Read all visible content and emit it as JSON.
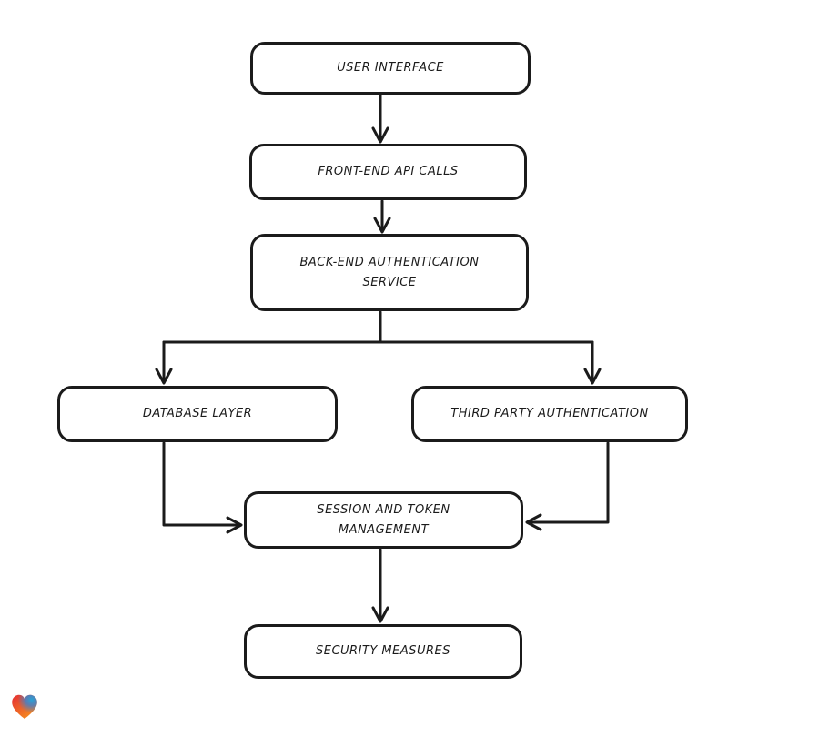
{
  "diagram": {
    "title": "authentication-flowchart",
    "nodes": {
      "user_interface": {
        "label": "USER INTERFACE"
      },
      "frontend_api_calls": {
        "label": "FRONT-END API CALLS"
      },
      "backend_auth": {
        "label": "BACK-END AUTHENTICATION\nSERVICE"
      },
      "database_layer": {
        "label": "DATABASE LAYER"
      },
      "third_party_auth": {
        "label": "THIRD PARTY AUTHENTICATION"
      },
      "session_token": {
        "label": "SESSION AND TOKEN\nMANAGEMENT"
      },
      "security_measures": {
        "label": "SECURITY MEASURES"
      }
    },
    "edges": [
      {
        "from": "user_interface",
        "to": "frontend_api_calls"
      },
      {
        "from": "frontend_api_calls",
        "to": "backend_auth"
      },
      {
        "from": "backend_auth",
        "to": "database_layer"
      },
      {
        "from": "backend_auth",
        "to": "third_party_auth"
      },
      {
        "from": "database_layer",
        "to": "session_token"
      },
      {
        "from": "third_party_auth",
        "to": "session_token"
      },
      {
        "from": "session_token",
        "to": "security_measures"
      }
    ],
    "colors": {
      "stroke": "#1b1b1b",
      "node_fill": "#ffffff",
      "background": "#ffffff"
    }
  },
  "branding": {
    "logo_icon": "gradient-heart-icon",
    "logo_colors": [
      "#e62e34",
      "#f6921e",
      "#29a3d7"
    ]
  }
}
